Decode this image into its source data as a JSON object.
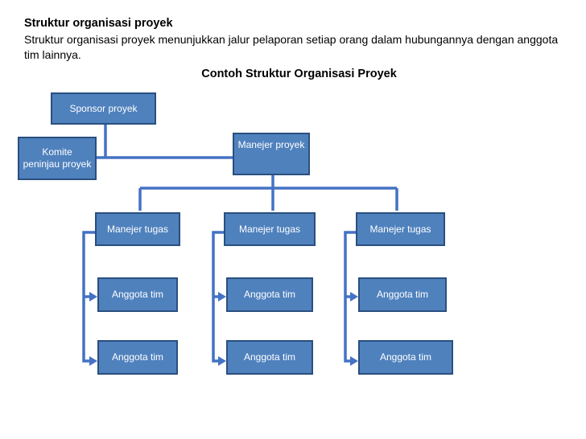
{
  "heading": "Struktur organisasi proyek",
  "description": "Struktur organisasi proyek menunjukkan jalur pelaporan setiap orang dalam hubungannya dengan anggota tim lainnya.",
  "diagram_title": "Contoh Struktur Organisasi Proyek",
  "nodes": {
    "sponsor": "Sponsor proyek",
    "committee": "Komite peninjau proyek",
    "manager": "Manejer proyek",
    "team1": {
      "lead": "Manejer tugas",
      "member1": "Anggota tim",
      "member2": "Anggota tim"
    },
    "team2": {
      "lead": "Manejer tugas",
      "member1": "Anggota tim",
      "member2": "Anggota tim"
    },
    "team3": {
      "lead": "Manejer tugas",
      "member1": "Anggota tim",
      "member2": "Anggota tim"
    }
  },
  "colors": {
    "box_fill": "#4f81bd",
    "box_border": "#2a4f7f",
    "connector": "#4472c4"
  }
}
